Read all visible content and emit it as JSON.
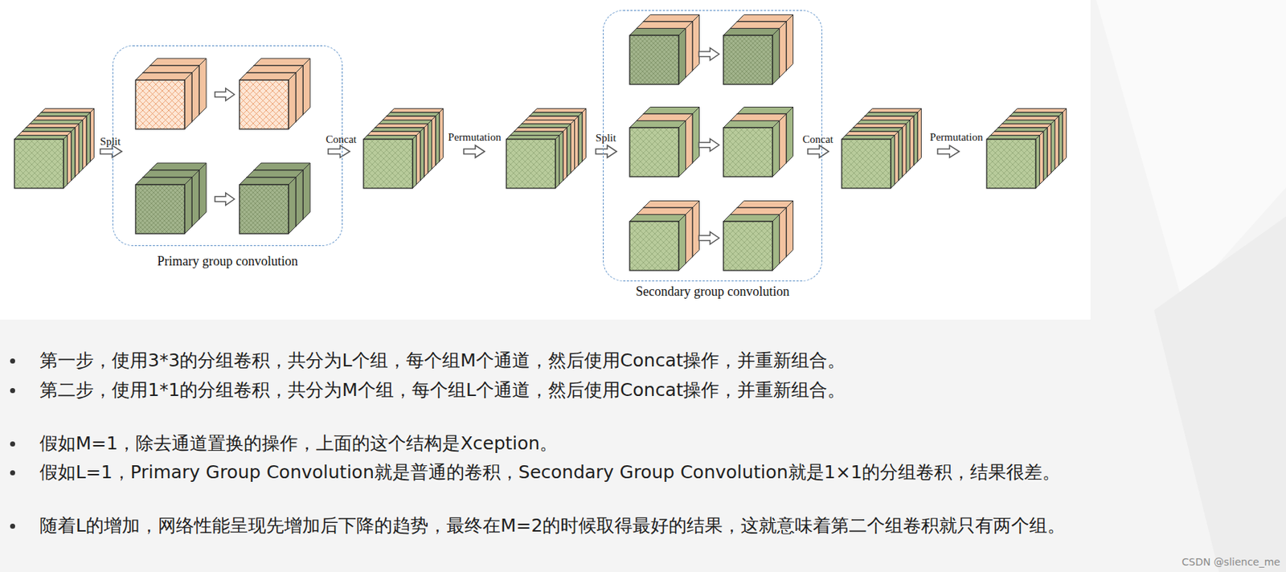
{
  "diagram": {
    "nodes": [
      {
        "text": [
          "Primary group convolution"
        ]
      },
      {
        "text": [
          "Secondary group convolution"
        ]
      }
    ],
    "labels": [
      "Split",
      "Concat",
      "Permutation",
      "Split",
      "Concat",
      "Permutation",
      "第一步，使用3*3的分组卷积，共分为L个组，每个组M个通道，然后使用Concat操作，并重新组合。",
      "第二步，使用1*1的分组卷积，共分为M个组，每个组L个通道，然后使用Concat操作，并重新组合。",
      "假如M=1，除去通道置换的操作，上面的这个结构是Xception。",
      "假如L=1，Primary Group Convolution就是普通的卷积，Secondary Group Convolution就是1×1的分组卷积，结果很差。",
      "随着L的增加，网络性能呈现先增加后下降的趋势，最终在M=2的时候取得最好的结果，这就意味着第二个组卷积就只有两个组。",
      "CSDN @slience_me"
    ]
  }
}
